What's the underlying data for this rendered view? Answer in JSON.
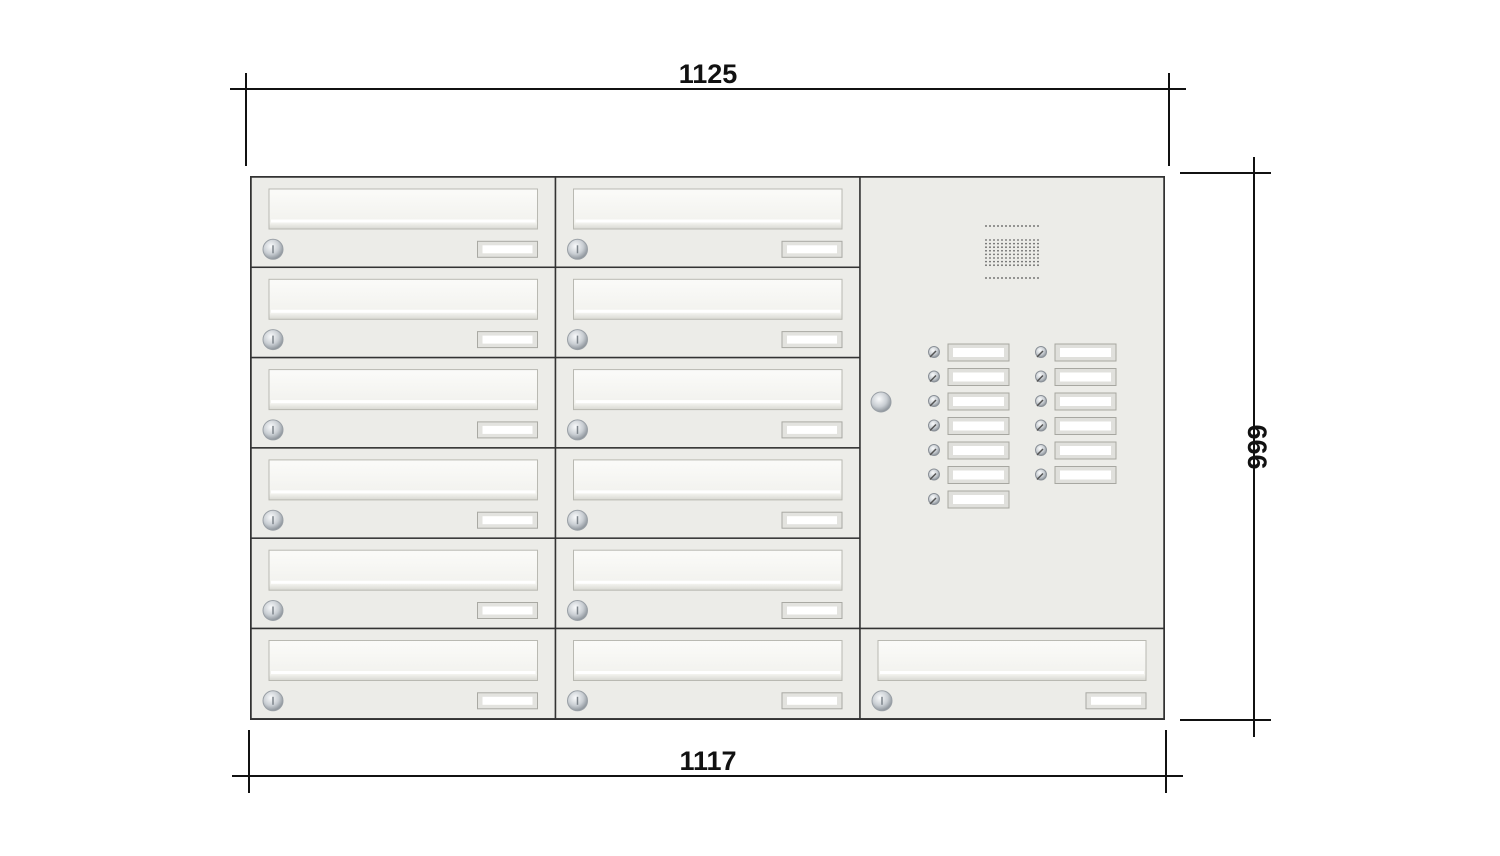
{
  "dimensions": {
    "top_width": "1125",
    "bottom_width": "1117",
    "height": "666"
  },
  "layout": {
    "mailbox_columns": 2,
    "mailbox_rows": 6,
    "intercom_button_columns": [
      7,
      6
    ],
    "extra_mailbox_under_intercom": true
  },
  "colors": {
    "panel": "#ecece8",
    "panel_stroke": "#333333",
    "slot": "#f7f7f4",
    "label": "#ffffff",
    "lock": "#c8ccd0",
    "dimension_line": "#111111"
  },
  "icons": {
    "lock": "lock-cylinder-icon",
    "bell": "bell-button-icon",
    "speaker": "speaker-grille-icon"
  }
}
